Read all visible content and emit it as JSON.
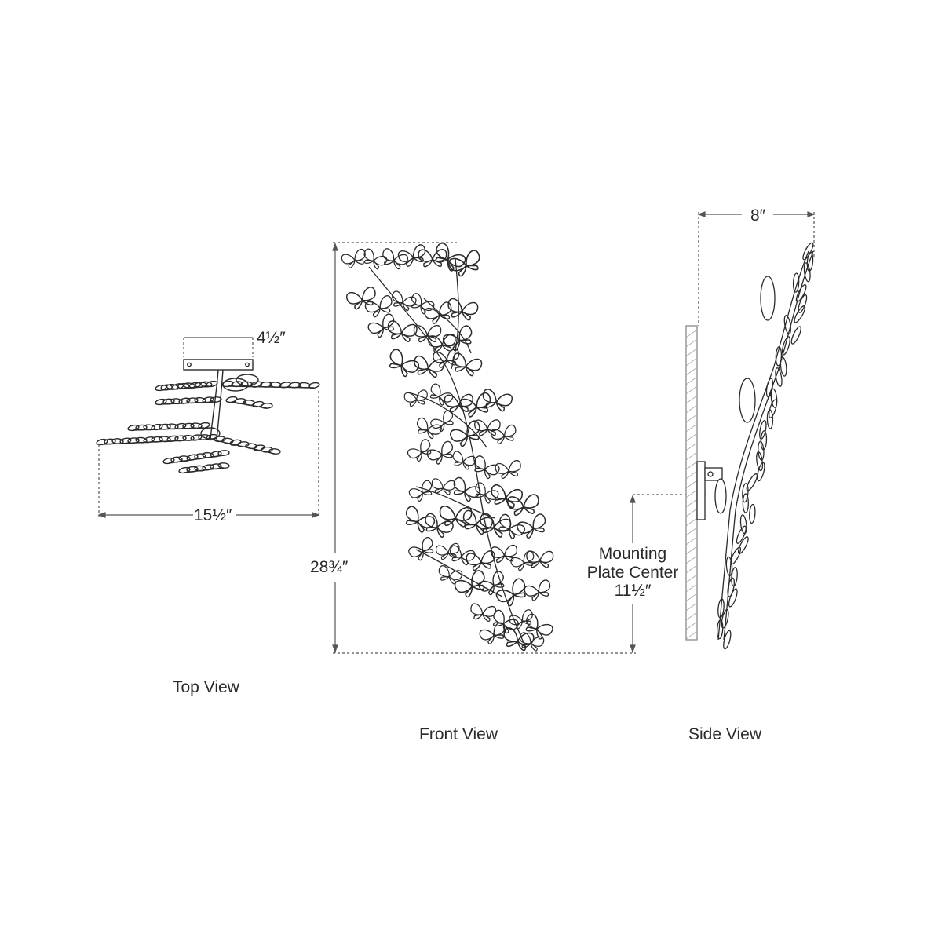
{
  "views": {
    "top": {
      "title": "Top View",
      "width_dim": "15½″",
      "plate_dim": "4½″"
    },
    "front": {
      "title": "Front View",
      "height_dim": "28¾″"
    },
    "side": {
      "title": "Side View",
      "depth_dim": "8″",
      "mount_label_1": "Mounting",
      "mount_label_2": "Plate Center",
      "mount_dim": "11½″"
    }
  },
  "colors": {
    "line": "#2a2a2a",
    "dim_line": "#555555"
  }
}
